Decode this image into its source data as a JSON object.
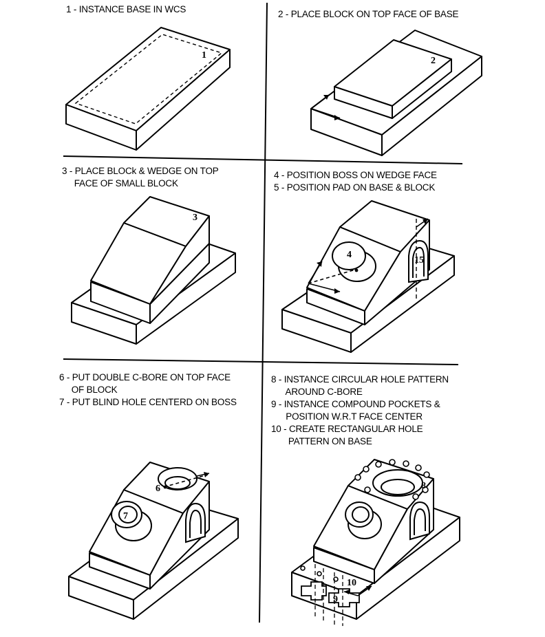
{
  "steps": [
    {
      "caption": "1 - INSTANCE BASE IN WCS",
      "markers": [
        "1"
      ]
    },
    {
      "caption": "2 - PLACE BLOCK ON TOP FACE OF BASE",
      "markers": [
        "2"
      ]
    },
    {
      "caption": "3 - PLACE BLOCk & WEDGE ON TOP\n     FACE OF SMALL BLOCK",
      "markers": [
        "3"
      ]
    },
    {
      "caption": "4 - POSITION BOSS ON WEDGE FACE\n5 - POSITION PAD ON BASE & BLOCK",
      "markers": [
        "4",
        "15"
      ]
    },
    {
      "caption": "6 - PUT DOUBLE C-BORE ON TOP FACE\n     OF BLOCK\n7 - PUT BLIND HOLE CENTERD ON BOSS",
      "markers": [
        "6",
        "7"
      ]
    },
    {
      "caption": "8 - INSTANCE CIRCULAR HOLE PATTERN\n      AROUND C-BORE\n9 - INSTANCE COMPOUND POCKETS &\n      POSITION W.R.T FACE CENTER\n10 - CREATE RECTANGULAR HOLE\n       PATTERN ON BASE",
      "markers": [
        "8",
        "9",
        "10"
      ]
    }
  ]
}
